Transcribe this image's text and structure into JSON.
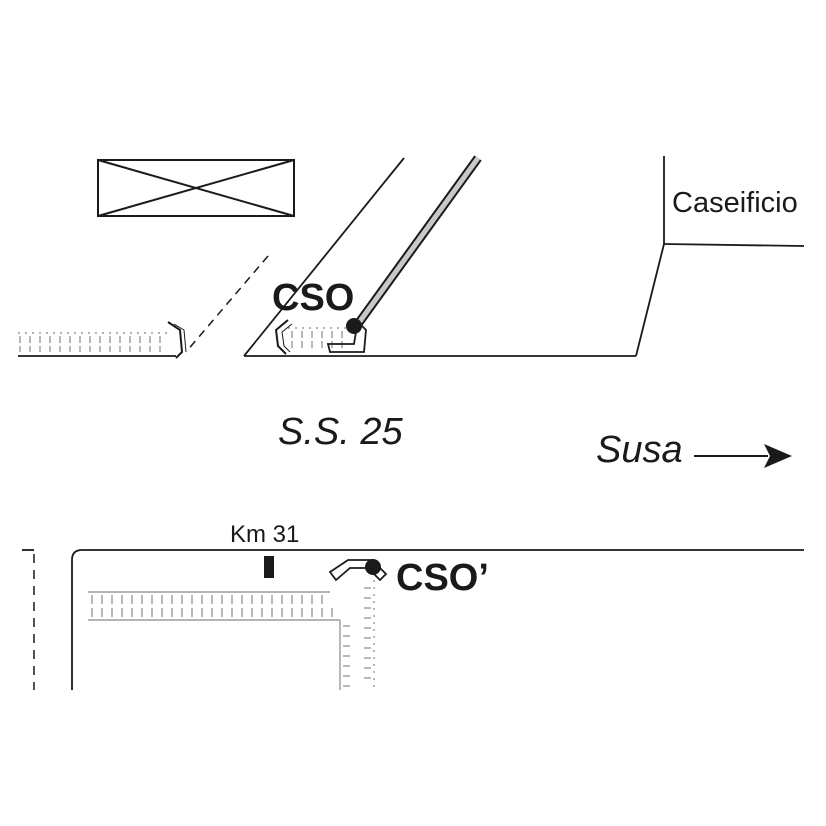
{
  "labels": {
    "caseificio": "Caseificio",
    "cso": "CSO",
    "ss25": "S.S. 25",
    "susa": "Susa",
    "km31": "Km 31",
    "cso_prime": "CSO’"
  },
  "colors": {
    "ink": "#1a1a1a",
    "hatch": "#888888",
    "pipe_fill": "#c8c8c8"
  }
}
